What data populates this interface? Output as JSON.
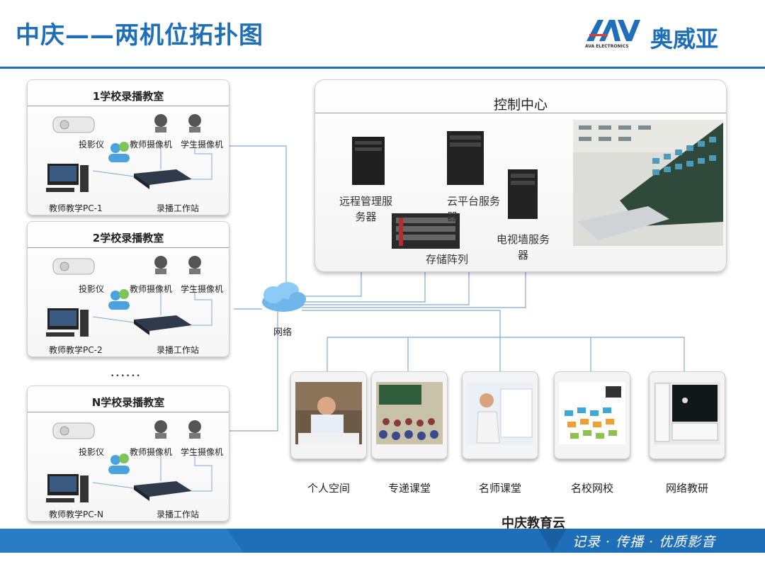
{
  "header": {
    "title": "中庆——两机位拓扑图",
    "logo_text": "奥威亚",
    "logo_sub": "AVA ELECTRONICS"
  },
  "rooms": [
    {
      "title": "1学校录播教室",
      "projector": "投影仪",
      "teacher_cam": "教师摄像机",
      "student_cam": "学生摄像机",
      "pc": "教师教学PC-1",
      "workstation": "录播工作站"
    },
    {
      "title": "2学校录播教室",
      "projector": "投影仪",
      "teacher_cam": "教师摄像机",
      "student_cam": "学生摄像机",
      "pc": "教师教学PC-2",
      "workstation": "录播工作站"
    },
    {
      "title": "N学校录播教室",
      "projector": "投影仪",
      "teacher_cam": "教师摄像机",
      "student_cam": "学生摄像机",
      "pc": "教师教学PC-N",
      "workstation": "录播工作站"
    }
  ],
  "ellipsis": "••••••",
  "control_center": {
    "title": "控制中心",
    "remote_server": "远程管理服\n务器",
    "cloud_server": "云平台服务\n器",
    "tvwall_server": "电视墙服务\n器",
    "storage": "存储阵列"
  },
  "network_label": "网络",
  "cloud": {
    "title": "中庆教育云",
    "items": [
      "个人空间",
      "专递课堂",
      "名师课堂",
      "名校网校",
      "网络教研"
    ]
  },
  "footer": {
    "slogan": "记录 · 传播 · 优质影音"
  }
}
